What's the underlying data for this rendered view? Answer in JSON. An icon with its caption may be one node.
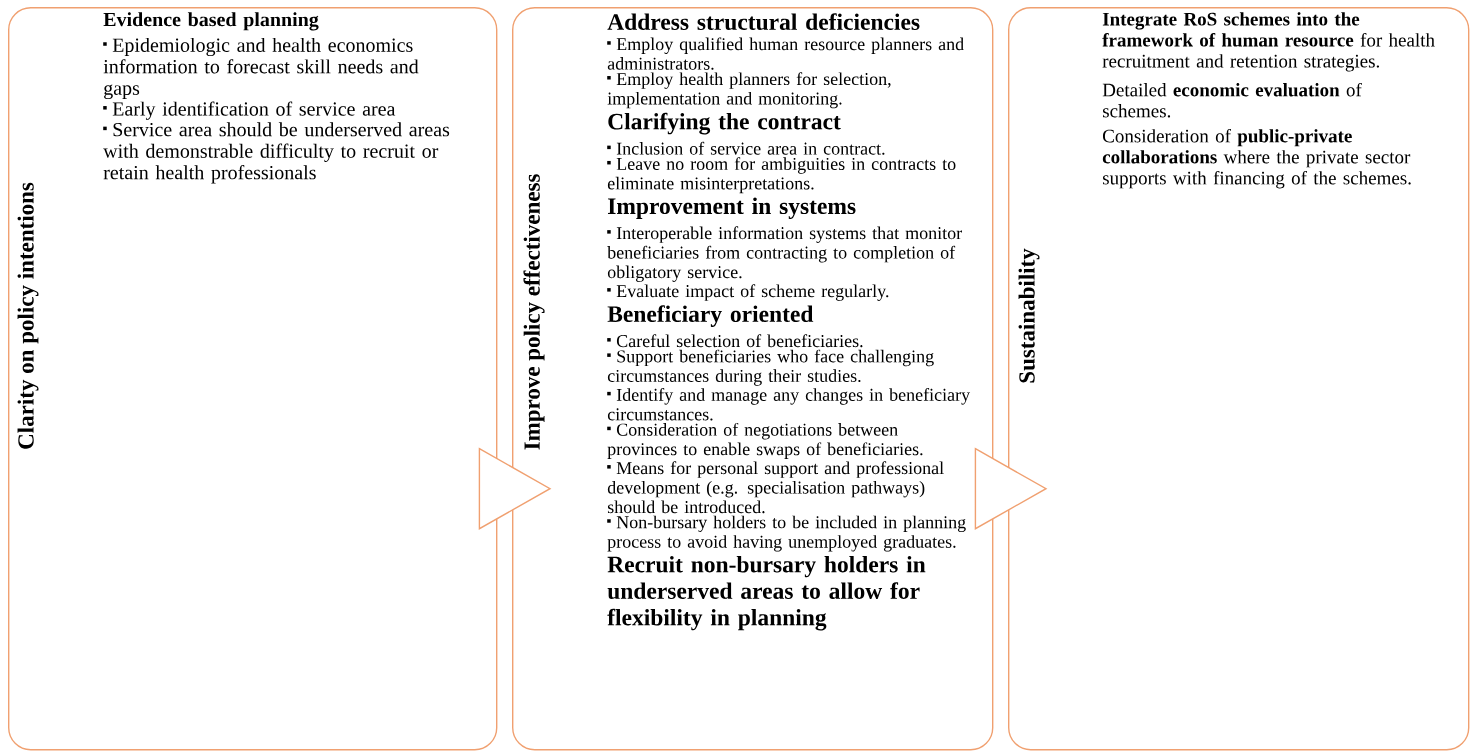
{
  "diagram": {
    "nodes": [
      {
        "text": [
          "Clarity on policy intentions",
          "Evidence based planning",
          "Epidemiologic and health economics information to forecast skill needs and gaps",
          "Early identification of service area",
          "Service area should be underserved areas with demonstrable difficulty to recruit or retain health professionals"
        ]
      },
      {
        "text": [
          "Improve policy effectiveness",
          "Address structural deficiencies",
          "Employ qualified human resource planners and administrators.",
          "Employ health planners for selection, implementation and monitoring.",
          "Clarifying the contract",
          "Inclusion of service area in contract.",
          "Leave no room for ambiguities in contracts to eliminate misinterpretations.",
          "Improvement in systems",
          "Interoperable information systems that monitor beneficiaries from contracting to completion of obligatory service.",
          "Evaluate impact of scheme regularly.",
          "Beneficiary oriented",
          "Careful selection of beneficiaries.",
          "Support beneficiaries who face challenging circumstances during their studies.",
          "Identify and manage any changes in beneficiary circumstances.",
          "Consideration of negotiations between provinces to enable swaps of beneficiaries.",
          "Means for personal support and professional development (e.g. specialisation pathways) should be introduced.",
          "Non-bursary holders to be included in planning process to avoid having unemployed graduates.",
          "Recruit non-bursary holders in underserved areas to allow for flexibility in planning"
        ]
      },
      {
        "text": [
          "Sustainability",
          "**Integrate RoS schemes into the framework of human resource** for health recruitment and retention strategies.",
          "Detailed **economic evaluation** of schemes.",
          "Consideration of **public-private collaborations** where the private sector supports with financing of the schemes."
        ]
      }
    ],
    "edges": [
      {
        "from": 0,
        "to": 1,
        "arrow": "to"
      },
      {
        "from": 1,
        "to": 2,
        "arrow": "to"
      }
    ]
  }
}
